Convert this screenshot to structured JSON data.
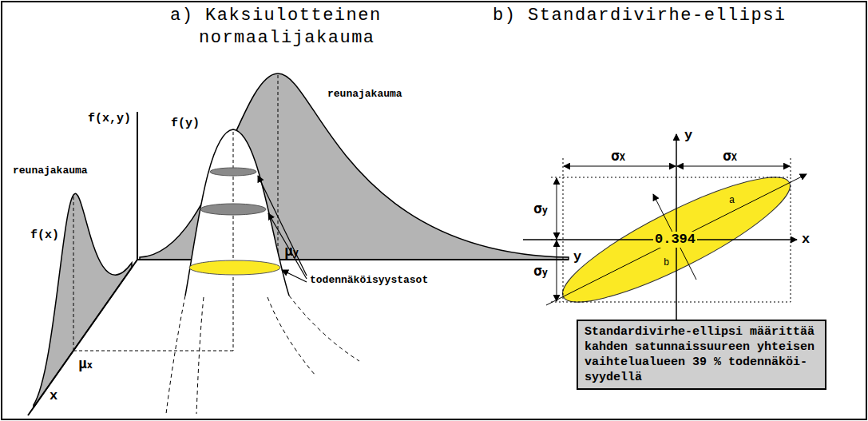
{
  "diagram": {
    "nodes": [
      {
        "text": [
          "Standardivirhe-ellipsi määrittää kahden satunnaissuureen yhteisen vaihtelualueen 39 % todennäköi- syydellä"
        ]
      }
    ],
    "labels": [
      "a) Kaksiulotteinen normaalijakauma",
      "b) Standardivirhe-ellipsi",
      "f(x,y)",
      "reunajakauma",
      "f(x)",
      "f(y)",
      "reunajakauma",
      "μy",
      "y",
      "todennäköisyystasot",
      "μx",
      "x",
      "σX",
      "σX",
      "σy",
      "σy",
      "y",
      "x",
      "0.394",
      "a",
      "b"
    ]
  }
}
